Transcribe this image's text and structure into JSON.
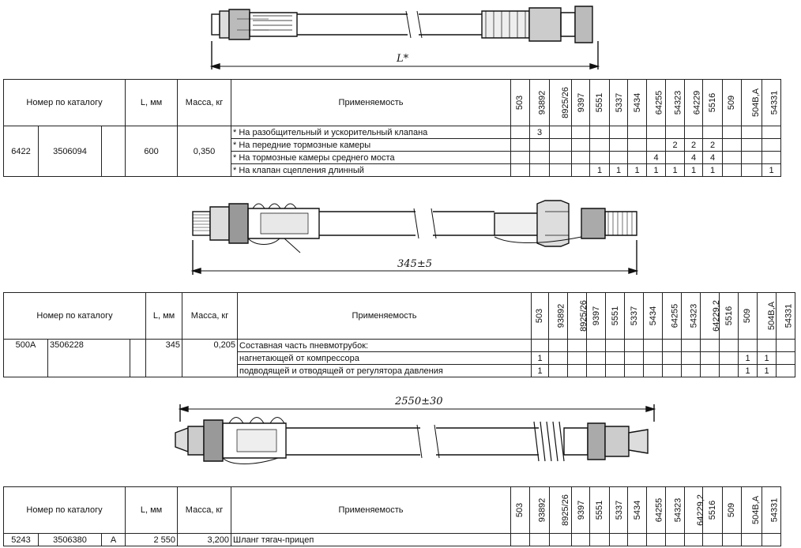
{
  "models": [
    "503",
    "93892",
    "8925/26",
    "9397",
    "5551",
    "5337",
    "5434",
    "64255",
    "54323",
    "64229",
    "5516",
    "509",
    "504В,А",
    "54331"
  ],
  "models2": [
    "503",
    "93892",
    "8925/26",
    "9397",
    "5551",
    "5337",
    "5434",
    "64255",
    "54323",
    "64229,2",
    "5516",
    "509",
    "504В,А",
    "54331"
  ],
  "header": {
    "catalog": "Номер по каталогу",
    "length": "L, мм",
    "mass": "Масса, кг",
    "usage": "Применяемость"
  },
  "section1": {
    "dimension": "L*",
    "num_a": "6422",
    "num_b": "3506094",
    "length": "600",
    "mass": "0,350",
    "rows": [
      {
        "text": "* На разобщительный и ускорительный клапана",
        "marks": [
          "",
          "3",
          "",
          "",
          "",
          "",
          "",
          "",
          "",
          "",
          "",
          "",
          "",
          ""
        ]
      },
      {
        "text": "* На передние тормозные камеры",
        "marks": [
          "",
          "",
          "",
          "",
          "",
          "",
          "",
          "",
          "2",
          "2",
          "2",
          "",
          "",
          ""
        ]
      },
      {
        "text": "* На тормозные камеры среднего моста",
        "marks": [
          "",
          "",
          "",
          "",
          "",
          "",
          "",
          "4",
          "",
          "4",
          "4",
          "",
          "",
          ""
        ]
      },
      {
        "text": "* На клапан сцепления длинный",
        "marks": [
          "",
          "",
          "",
          "",
          "1",
          "1",
          "1",
          "1",
          "1",
          "1",
          "1",
          "",
          "",
          "1"
        ]
      }
    ]
  },
  "section2": {
    "dimension": "345±5",
    "num_a": "500А",
    "num_b": "3506228",
    "length": "345",
    "mass": "0,205",
    "rows": [
      {
        "text": "Составная часть пневмотрубок:",
        "marks": [
          "",
          "",
          "",
          "",
          "",
          "",
          "",
          "",
          "",
          "",
          "",
          "",
          "",
          ""
        ]
      },
      {
        "text": "нагнетающей от компрессора",
        "marks": [
          "1",
          "",
          "",
          "",
          "",
          "",
          "",
          "",
          "",
          "",
          "",
          "1",
          "1",
          ""
        ]
      },
      {
        "text": "подводящей и отводящей от регулятора давления",
        "marks": [
          "1",
          "",
          "",
          "",
          "",
          "",
          "",
          "",
          "",
          "",
          "",
          "1",
          "1",
          ""
        ]
      }
    ]
  },
  "section3": {
    "dimension": "2550±30",
    "num_a": "5243",
    "num_b": "3506380",
    "flag": "А",
    "length": "2 550",
    "mass": "3,200",
    "usage_text": "Шланг тягач-прицеп"
  }
}
